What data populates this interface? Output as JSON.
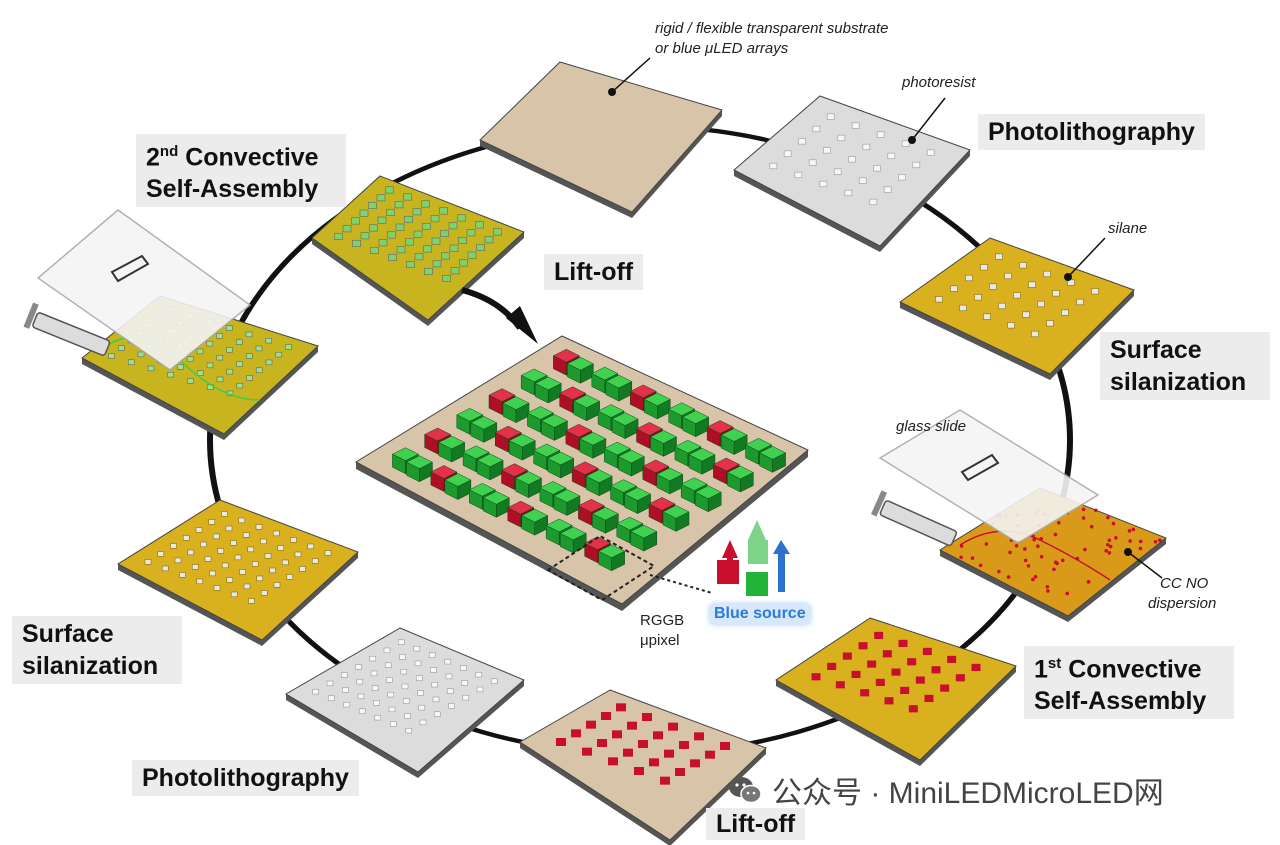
{
  "labels": {
    "photolithography_top": "Photolithography",
    "surface_silanization_right": "Surface silanization",
    "convective_1st_sup": "st",
    "convective_1st_num": "1",
    "convective_1st_rest": "Convective Self-Assembly",
    "lift_off_bottom": "Lift-off",
    "photolithography_bottom": "Photolithography",
    "surface_silanization_left": "Surface silanization",
    "convective_2nd_num": "2",
    "convective_2nd_sup": "nd",
    "convective_2nd_rest": "Convective Self-Assembly",
    "lift_off_top": "Lift-off"
  },
  "annotations": {
    "substrate_line1": "rigid / flexible transparent substrate",
    "substrate_line2": "or blue μLED arrays",
    "photoresist": "photoresist",
    "silane": "silane",
    "glass_slide": "glass slide",
    "ccno_line1": "CC NO",
    "ccno_line2": "dispersion",
    "rggb_line1": "RGGB",
    "rggb_line2": "μpixel",
    "blue_source": "Blue source"
  },
  "watermark": {
    "text": "公众号 · MiniLEDMicroLED网",
    "icon": "wechat-icon"
  },
  "colors": {
    "substrate": "#d8c4a8",
    "photoresist": "#dcdcdc",
    "silane": "#d9b01e",
    "red_dot": "#c8102e",
    "green_cube": "#22b33a",
    "red_cube": "#c8102e",
    "blue_arrow": "#2e6fd0"
  }
}
